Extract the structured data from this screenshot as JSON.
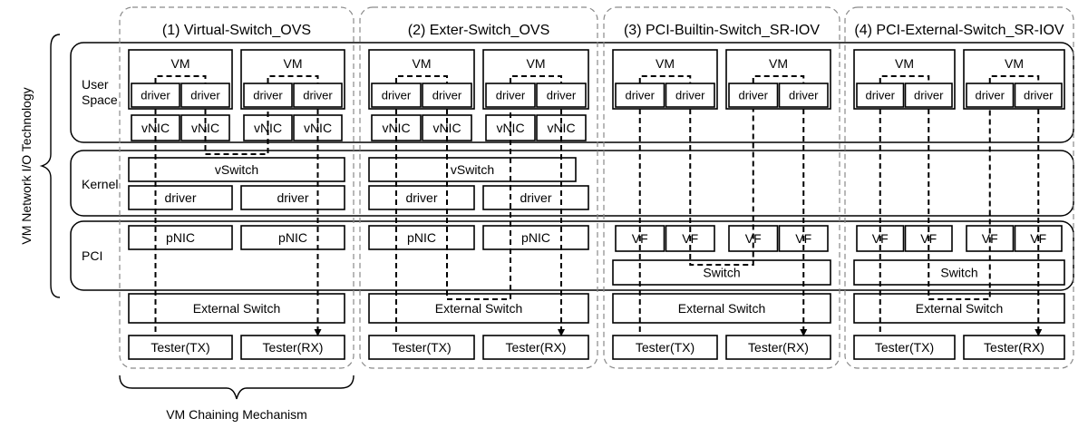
{
  "axis_label": "VM Network I/O Technology",
  "bottom_label": "VM Chaining Mechanism",
  "layers": {
    "user_space": "User\nSpace",
    "kernel": "Kernel",
    "pci": "PCI"
  },
  "panels": [
    {
      "title": "(1) Virtual-Switch_OVS",
      "variant": "ovs",
      "switch_label": "vSwitch",
      "nic_label": "pNIC",
      "external_label": "External Switch",
      "tester_tx": "Tester(TX)",
      "tester_rx": "Tester(RX)",
      "vm_label": "VM",
      "driver_label": "driver",
      "vnic_label": "vNIC",
      "chaining": "internal"
    },
    {
      "title": "(2) Exter-Switch_OVS",
      "variant": "ovs",
      "switch_label": "vSwitch",
      "nic_label": "pNIC",
      "external_label": "External Switch",
      "tester_tx": "Tester(TX)",
      "tester_rx": "Tester(RX)",
      "vm_label": "VM",
      "driver_label": "driver",
      "vnic_label": "vNIC",
      "chaining": "external"
    },
    {
      "title": "(3) PCI-Builtin-Switch_SR-IOV",
      "variant": "sriov",
      "switch_label": "Switch",
      "nic_label": "VF",
      "external_label": "External Switch",
      "tester_tx": "Tester(TX)",
      "tester_rx": "Tester(RX)",
      "vm_label": "VM",
      "driver_label": "driver",
      "chaining": "internal"
    },
    {
      "title": "(4) PCI-External-Switch_SR-IOV",
      "variant": "sriov",
      "switch_label": "Switch",
      "nic_label": "VF",
      "external_label": "External Switch",
      "tester_tx": "Tester(TX)",
      "tester_rx": "Tester(RX)",
      "vm_label": "VM",
      "driver_label": "driver",
      "chaining": "external"
    }
  ]
}
